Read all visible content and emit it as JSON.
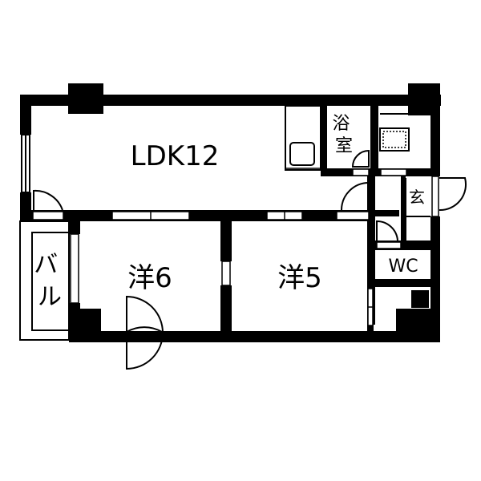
{
  "rooms": {
    "ldk": "LDK12",
    "bath": "浴室",
    "entrance": "玄",
    "western_6": "洋6",
    "western_5": "洋5",
    "wc": "WC",
    "balcony": "バル"
  },
  "colors": {
    "wall": "#000000",
    "background": "#ffffff",
    "fixture": "#000000"
  }
}
